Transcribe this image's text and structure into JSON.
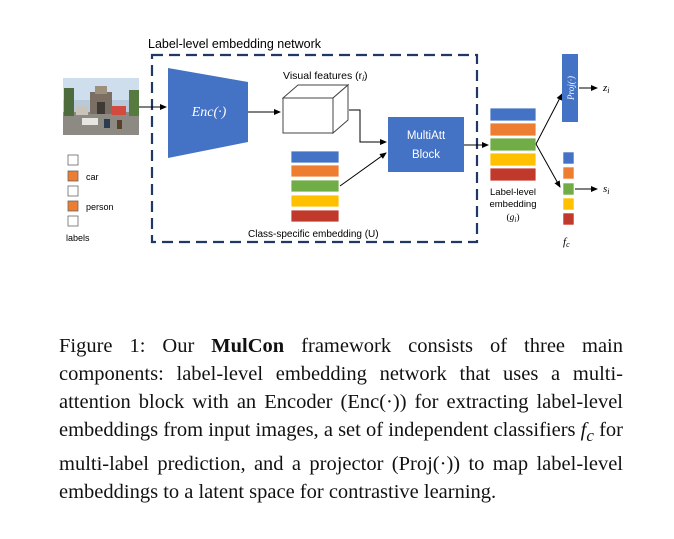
{
  "figure": {
    "network_title": "Label-level embedding network",
    "encoder_label": "Enc(·)",
    "visual_features_label": "Visual features (r",
    "visual_features_sub": "i",
    "multiatt_line1": "MultiAtt",
    "multiatt_line2": "Block",
    "class_embedding_label": "Class-specific embedding (U)",
    "label_level_line1": "Label-level",
    "label_level_line2": "embedding",
    "label_level_line3_var": "g",
    "label_level_line3_sub": "i",
    "proj_label": "Proj(·)",
    "z_var": "z",
    "z_sub": "i",
    "s_var": "s",
    "s_sub": "i",
    "fc_var": "f",
    "fc_sub": "c",
    "labels": [
      {
        "text": "",
        "checked": false
      },
      {
        "text": "car",
        "checked": true
      },
      {
        "text": "",
        "checked": false
      },
      {
        "text": "person",
        "checked": true
      },
      {
        "text": "",
        "checked": false
      }
    ],
    "labels_caption": "labels",
    "colors": {
      "blue": "#4472c4",
      "orange": "#ed7d31",
      "green": "#70ad47",
      "yellow": "#ffc000",
      "red": "#c0392b",
      "dashed_border": "#1f3864",
      "encoder": "#4472c4"
    }
  },
  "caption": {
    "prefix": "Figure 1: Our ",
    "bold": "MulCon",
    "part1": " framework consists of three main components: label-level embedding network that uses a multi-attention block with an Encoder (Enc(·)) for extracting label-level embeddings from input images, a set of independent classifiers ",
    "fc_var": "f",
    "fc_sub": "c",
    "part2": " for multi-label prediction, and a projector (Proj(·)) to map label-level embeddings to a latent space for contrastive learning."
  }
}
